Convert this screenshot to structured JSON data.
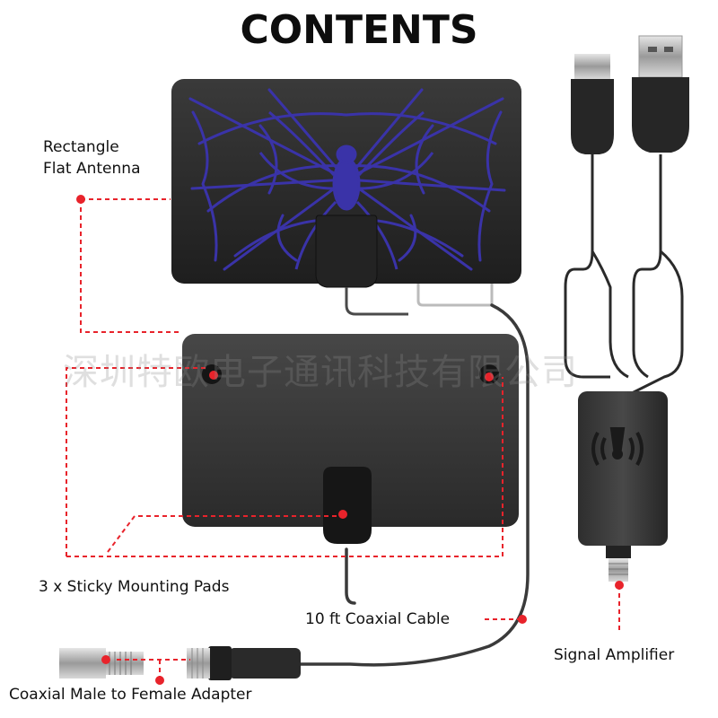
{
  "title": "CONTENTS",
  "watermark": "深圳特欧电子通讯科技有限公司",
  "labels": {
    "antenna": "Rectangle\nFlat Antenna",
    "pads": "3 x Sticky Mounting Pads",
    "cable": "10 ft Coaxial Cable",
    "amplifier": "Signal Amplifier",
    "adapter": "Coaxial Male to Female Adapter"
  },
  "colors": {
    "accent_red": "#e8232b",
    "antenna_body": "#2b2b2b",
    "web_pattern": "#3a33a8",
    "cable": "#3a3a3a",
    "metal": "#b5b5b5"
  }
}
